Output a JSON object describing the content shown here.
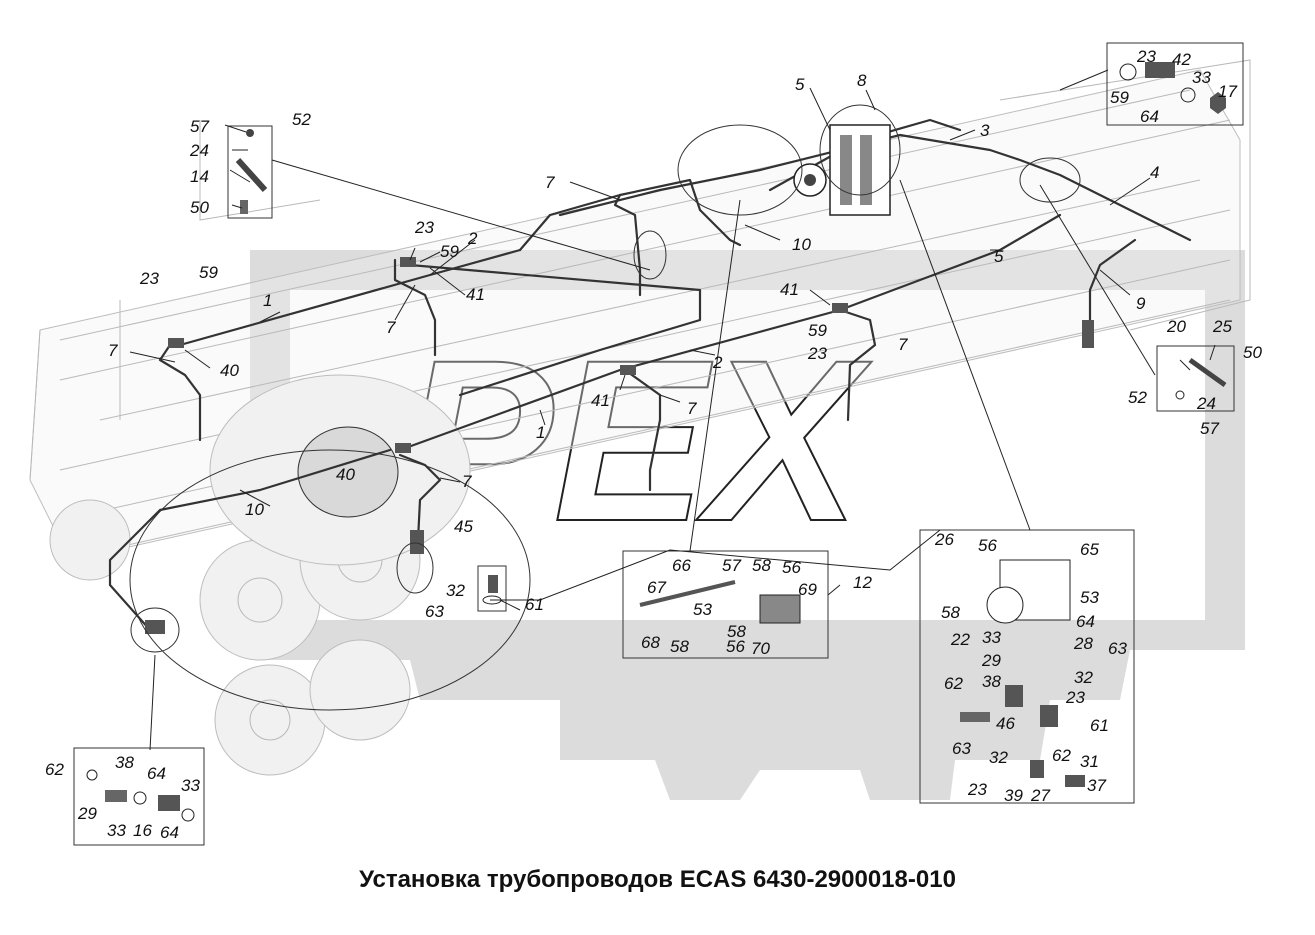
{
  "caption": "Установка трубопроводов ECAS 6430-2900018-010",
  "watermark": "PEX",
  "colors": {
    "watermark": "#dcdcdc",
    "lines": "#333333",
    "background": "#ffffff"
  },
  "callouts": [
    {
      "t": "57"
    },
    {
      "t": "52"
    },
    {
      "t": "24"
    },
    {
      "t": "14"
    },
    {
      "t": "50"
    },
    {
      "t": "23"
    },
    {
      "t": "59"
    },
    {
      "t": "2"
    },
    {
      "t": "41"
    },
    {
      "t": "1"
    },
    {
      "t": "7"
    },
    {
      "t": "23"
    },
    {
      "t": "59"
    },
    {
      "t": "7"
    },
    {
      "t": "40"
    },
    {
      "t": "7"
    },
    {
      "t": "10"
    },
    {
      "t": "5"
    },
    {
      "t": "8"
    },
    {
      "t": "3"
    },
    {
      "t": "4"
    },
    {
      "t": "5"
    },
    {
      "t": "9"
    },
    {
      "t": "23"
    },
    {
      "t": "42"
    },
    {
      "t": "33"
    },
    {
      "t": "59"
    },
    {
      "t": "17"
    },
    {
      "t": "64"
    },
    {
      "t": "41"
    },
    {
      "t": "59"
    },
    {
      "t": "23"
    },
    {
      "t": "7"
    },
    {
      "t": "2"
    },
    {
      "t": "41"
    },
    {
      "t": "7"
    },
    {
      "t": "1"
    },
    {
      "t": "40"
    },
    {
      "t": "7"
    },
    {
      "t": "10"
    },
    {
      "t": "45"
    },
    {
      "t": "32"
    },
    {
      "t": "63"
    },
    {
      "t": "61"
    },
    {
      "t": "20"
    },
    {
      "t": "25"
    },
    {
      "t": "50"
    },
    {
      "t": "52"
    },
    {
      "t": "24"
    },
    {
      "t": "57"
    },
    {
      "t": "66"
    },
    {
      "t": "57"
    },
    {
      "t": "58"
    },
    {
      "t": "56"
    },
    {
      "t": "67"
    },
    {
      "t": "69"
    },
    {
      "t": "12"
    },
    {
      "t": "53"
    },
    {
      "t": "58"
    },
    {
      "t": "68"
    },
    {
      "t": "58"
    },
    {
      "t": "56"
    },
    {
      "t": "70"
    },
    {
      "t": "26"
    },
    {
      "t": "56"
    },
    {
      "t": "65"
    },
    {
      "t": "58"
    },
    {
      "t": "53"
    },
    {
      "t": "22"
    },
    {
      "t": "64"
    },
    {
      "t": "33"
    },
    {
      "t": "28"
    },
    {
      "t": "29"
    },
    {
      "t": "63"
    },
    {
      "t": "62"
    },
    {
      "t": "38"
    },
    {
      "t": "32"
    },
    {
      "t": "23"
    },
    {
      "t": "46"
    },
    {
      "t": "61"
    },
    {
      "t": "63"
    },
    {
      "t": "32"
    },
    {
      "t": "62"
    },
    {
      "t": "31"
    },
    {
      "t": "23"
    },
    {
      "t": "39"
    },
    {
      "t": "27"
    },
    {
      "t": "37"
    },
    {
      "t": "62"
    },
    {
      "t": "38"
    },
    {
      "t": "64"
    },
    {
      "t": "33"
    },
    {
      "t": "29"
    },
    {
      "t": "33"
    },
    {
      "t": "16"
    },
    {
      "t": "64"
    }
  ]
}
